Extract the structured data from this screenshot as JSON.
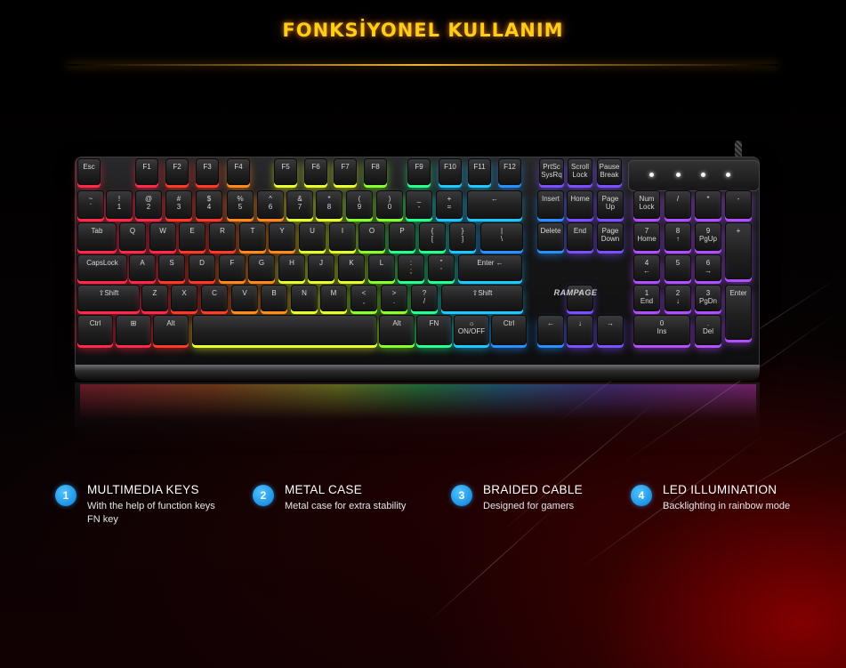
{
  "title": "FONKSİYONEL KULLANIM",
  "brand": "RAMPAGE",
  "colors": {
    "title": "#ffcc1a",
    "badge": "#1a9ff0",
    "background_red": "#960000"
  },
  "keyboard": {
    "rows": [
      [
        "Esc",
        "F1",
        "F2",
        "F3",
        "F4",
        "F5",
        "F6",
        "F7",
        "F8",
        "F9",
        "F10",
        "F11",
        "F12",
        "PrtSc\nSysRq",
        "Scroll\nLock",
        "Pause\nBreak"
      ],
      [
        "~\n`",
        "!\n1",
        "@\n2",
        "#\n3",
        "$\n4",
        "%\n5",
        "^\n6",
        "&\n7",
        "*\n8",
        "(\n9",
        ")\n0",
        "_\n-",
        "+\n=",
        "←",
        "Insert",
        "Home",
        "Page\nUp",
        "Num\nLock",
        "/",
        "*",
        "-"
      ],
      [
        "Tab",
        "Q",
        "W",
        "E",
        "R",
        "T",
        "Y",
        "U",
        "I",
        "O",
        "P",
        "{\n[",
        "}\n]",
        "|\n\\",
        "Delete",
        "End",
        "Page\nDown",
        "7\nHome",
        "8\n↑",
        "9\nPgUp",
        "+"
      ],
      [
        "CapsLock",
        "A",
        "S",
        "D",
        "F",
        "G",
        "H",
        "J",
        "K",
        "L",
        ":\n;",
        "\"\n'",
        "Enter ←",
        "4\n←",
        "5",
        "6\n→"
      ],
      [
        "⇧Shift",
        "Z",
        "X",
        "C",
        "V",
        "B",
        "N",
        "M",
        "<\n,",
        ">\n.",
        "?\n/",
        "⇧Shift",
        "↑",
        "1\nEnd",
        "2\n↓",
        "3\nPgDn",
        "Enter"
      ],
      [
        "Ctrl",
        "⊞",
        "Alt",
        "",
        "Alt",
        "FN",
        "☼\nON/OFF",
        "Ctrl",
        "←",
        "↓",
        "→",
        "0\nIns",
        ".\nDel"
      ]
    ]
  },
  "features": [
    {
      "number": "1",
      "title": "MULTIMEDIA KEYS",
      "desc": "With the help of function keys FN key"
    },
    {
      "number": "2",
      "title": "METAL CASE",
      "desc": "Metal case for extra stability"
    },
    {
      "number": "3",
      "title": "BRAIDED CABLE",
      "desc": "Designed for gamers"
    },
    {
      "number": "4",
      "title": "LED ILLUMINATION",
      "desc": "Backlighting in rainbow mode"
    }
  ]
}
